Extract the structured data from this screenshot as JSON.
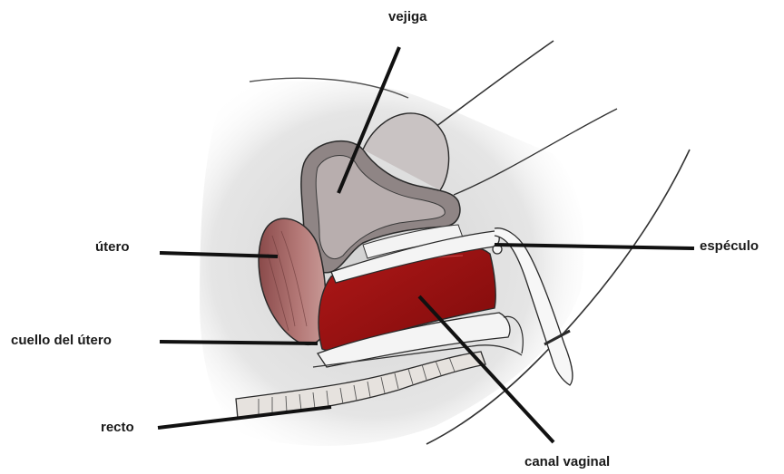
{
  "diagram": {
    "labels": {
      "vejiga": "vejiga",
      "utero": "útero",
      "cuello": "cuello del útero",
      "recto": "recto",
      "especulo": "espéculo",
      "canal": "canal vaginal"
    },
    "colors": {
      "background_wash": "#dcdcdc",
      "bladder_wall": "#8f8585",
      "bladder_inner": "#b8aeae",
      "uterus": "#9c5a5a",
      "uterus_light": "#c08d8a",
      "vaginal_canal": "#a11212",
      "vaginal_canal_dark": "#7f0c0c",
      "outline": "#2a2a2a",
      "leader_line": "#111111",
      "rectum": "#e6e2de"
    }
  }
}
